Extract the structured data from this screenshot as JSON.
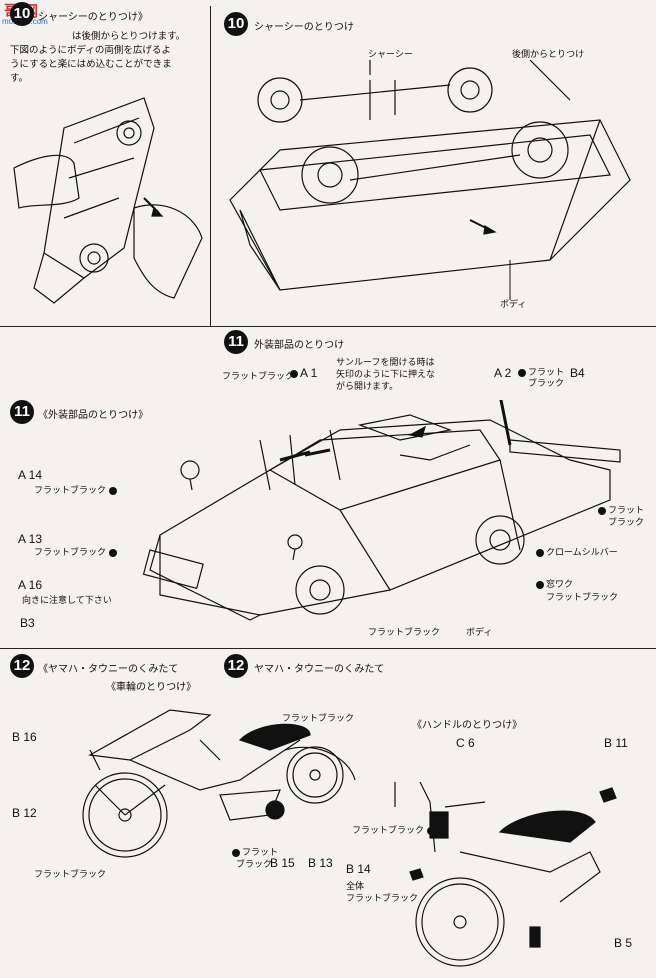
{
  "watermark": {
    "line1": "哥 网",
    "line2": "moshou.com"
  },
  "step10_left": {
    "number": "10",
    "title": "シャーシーのとりつけ》",
    "text1": "は後側からとりつけます。",
    "text2": "下図のようにボディの両側を広げるよ",
    "text3": "うにすると楽にはめ込むことができま",
    "text4": "す。"
  },
  "step10_right": {
    "number": "10",
    "title": "シャーシーのとりつけ",
    "label_chassis": "シャーシー",
    "label_rear": "後側からとりつけ",
    "label_body": "ボディ"
  },
  "step11_left": {
    "number": "11",
    "title": "《外装部品のとりつけ》",
    "parts": {
      "a14": "A 14",
      "a14_paint": "フラットブラック",
      "a13": "A 13",
      "a13_paint": "フラットブラック",
      "a16": "A 16",
      "a16_note": "向きに注意して下さい",
      "b3": "B3"
    }
  },
  "step11_right": {
    "number": "11",
    "title": "外装部品のとりつけ",
    "sunroof_note1": "サンルーフを開ける時は",
    "sunroof_note2": "矢印のように下に押えな",
    "sunroof_note3": "がら開けます。",
    "a1": "A 1",
    "a1_paint": "フラットブラック",
    "a2": "A 2",
    "a2_paint1": "フラット",
    "a2_paint2": "ブラック",
    "b4": "B4",
    "b4_paint1": "フラット",
    "b4_paint2": "ブラック",
    "chrome": "クロームシルバー",
    "window": "窓ワク",
    "window_paint": "フラットブラック",
    "bottom_paint": "フラットブラック",
    "body": "ボディ"
  },
  "step12_left": {
    "number": "12",
    "title": "《ヤマハ・タウニーのくみたて",
    "subtitle": "《車輪のとりつけ》",
    "paint_top": "フラットブラック",
    "b16": "B 16",
    "b12": "B 12",
    "paint_wheel": "フラットブラック",
    "paint_eng1": "フラット",
    "paint_eng2": "ブラック",
    "b15": "B 15",
    "b13": "B 13"
  },
  "step12_right": {
    "number": "12",
    "title": "ヤマハ・タウニーのくみたて",
    "subtitle": "《ハンドルのとりつけ》",
    "c6": "C 6",
    "b11": "B 11",
    "paint_c6": "フラットブラック",
    "b14": "B 14",
    "all_label": "全体",
    "all_paint": "フラットブラック",
    "b5": "B 5"
  },
  "colors": {
    "ink": "#111111",
    "paper": "#f4f2ee"
  }
}
